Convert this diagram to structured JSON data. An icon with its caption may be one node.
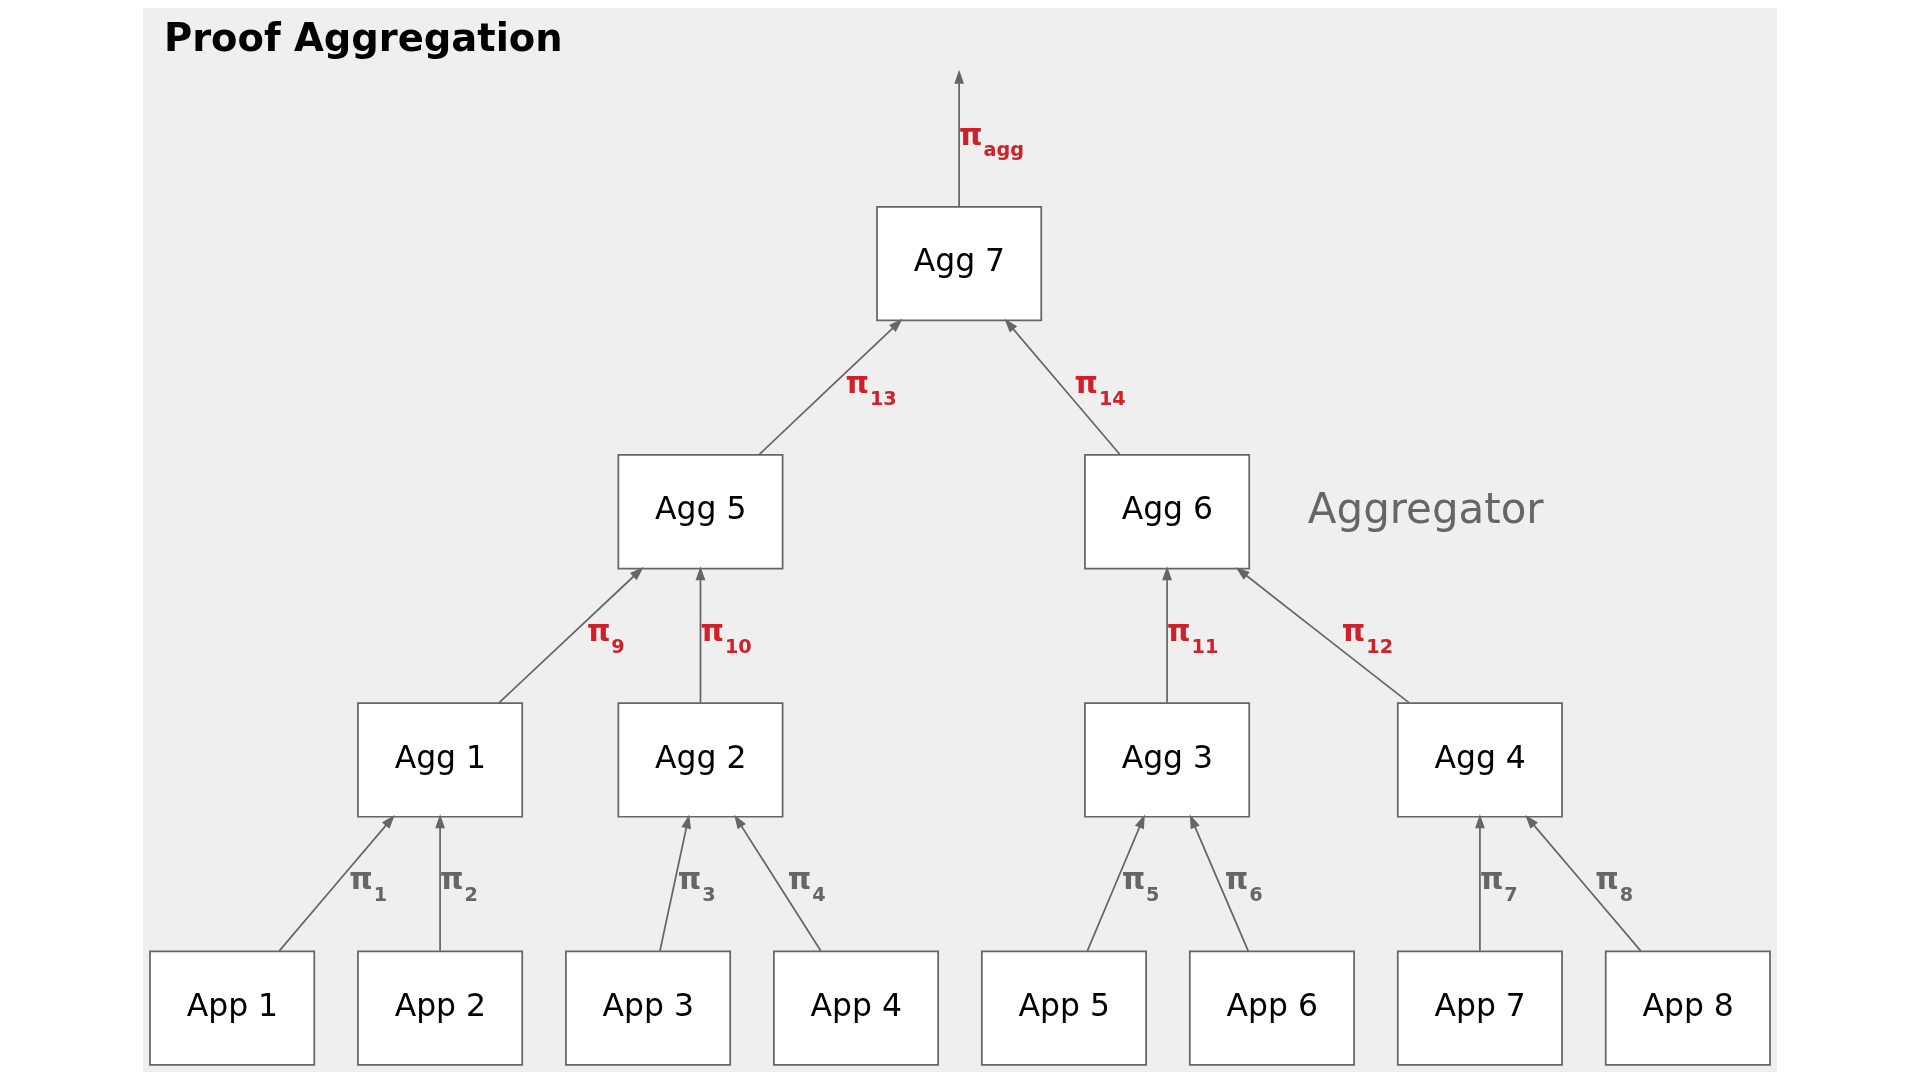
{
  "diagram": {
    "title": "Proof Aggregation",
    "nodes": [
      {
        "text": [
          "Agg 7"
        ]
      },
      {
        "text": [
          "Agg 5"
        ]
      },
      {
        "text": [
          "Agg 6"
        ]
      },
      {
        "text": [
          "Agg 1"
        ]
      },
      {
        "text": [
          "Agg 2"
        ]
      },
      {
        "text": [
          "Agg 3"
        ]
      },
      {
        "text": [
          "Agg 4"
        ]
      },
      {
        "text": [
          "App 1"
        ]
      },
      {
        "text": [
          "App 2"
        ]
      },
      {
        "text": [
          "App 3"
        ]
      },
      {
        "text": [
          "App 4"
        ]
      },
      {
        "text": [
          "App 5"
        ]
      },
      {
        "text": [
          "App 6"
        ]
      },
      {
        "text": [
          "App 7"
        ]
      },
      {
        "text": [
          "App 8"
        ]
      }
    ],
    "edges": [
      {
        "from": 0,
        "to": null,
        "arrow": "to",
        "label": "π$_{agg}$"
      },
      {
        "from": 1,
        "to": 0,
        "arrow": "to",
        "label": "π$_{13}$"
      },
      {
        "from": 2,
        "to": 0,
        "arrow": "to",
        "label": "π$_{14}$"
      },
      {
        "from": 3,
        "to": 1,
        "arrow": "to",
        "label": "π$_{9}$"
      },
      {
        "from": 4,
        "to": 1,
        "arrow": "to",
        "label": "π$_{10}$"
      },
      {
        "from": 5,
        "to": 2,
        "arrow": "to",
        "label": "π$_{11}$"
      },
      {
        "from": 6,
        "to": 2,
        "arrow": "to",
        "label": "π$_{12}$"
      },
      {
        "from": 7,
        "to": 3,
        "arrow": "to",
        "label": "π$_{1}$"
      },
      {
        "from": 8,
        "to": 3,
        "arrow": "to",
        "label": "π$_{2}$"
      },
      {
        "from": 9,
        "to": 4,
        "arrow": "to",
        "label": "π$_{3}$"
      },
      {
        "from": 10,
        "to": 4,
        "arrow": "to",
        "label": "π$_{4}$"
      },
      {
        "from": 11,
        "to": 5,
        "arrow": "to",
        "label": "π$_{5}$"
      },
      {
        "from": 12,
        "to": 5,
        "arrow": "to",
        "label": "π$_{6}$"
      },
      {
        "from": 13,
        "to": 6,
        "arrow": "to",
        "label": "π$_{7}$"
      },
      {
        "from": 14,
        "to": 6,
        "arrow": "to",
        "label": "π$_{8}$"
      }
    ],
    "labels": [
      "Aggregator"
    ]
  }
}
